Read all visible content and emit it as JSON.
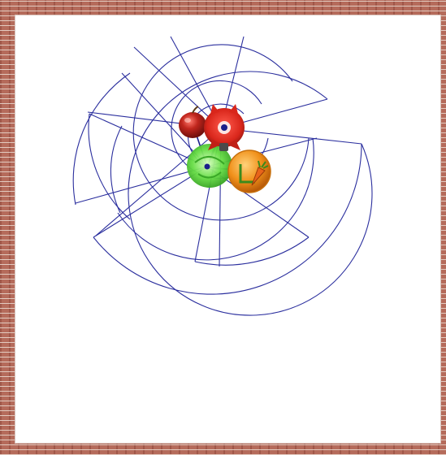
{
  "arena": {
    "border_style": "brick",
    "background": "#ffffff",
    "wireframe_color": "#2b2f9e"
  },
  "objects": [
    {
      "name": "apple",
      "icon": "apple-icon",
      "color": "#c0261d"
    },
    {
      "name": "red-flower-creature",
      "icon": "flower-creature-icon",
      "color": "#d9261b"
    },
    {
      "name": "green-cabbage",
      "icon": "cabbage-icon",
      "color": "#58d13a"
    },
    {
      "name": "carrot-badge",
      "icon": "carrot-badge-icon",
      "color": "#f0901a"
    }
  ]
}
